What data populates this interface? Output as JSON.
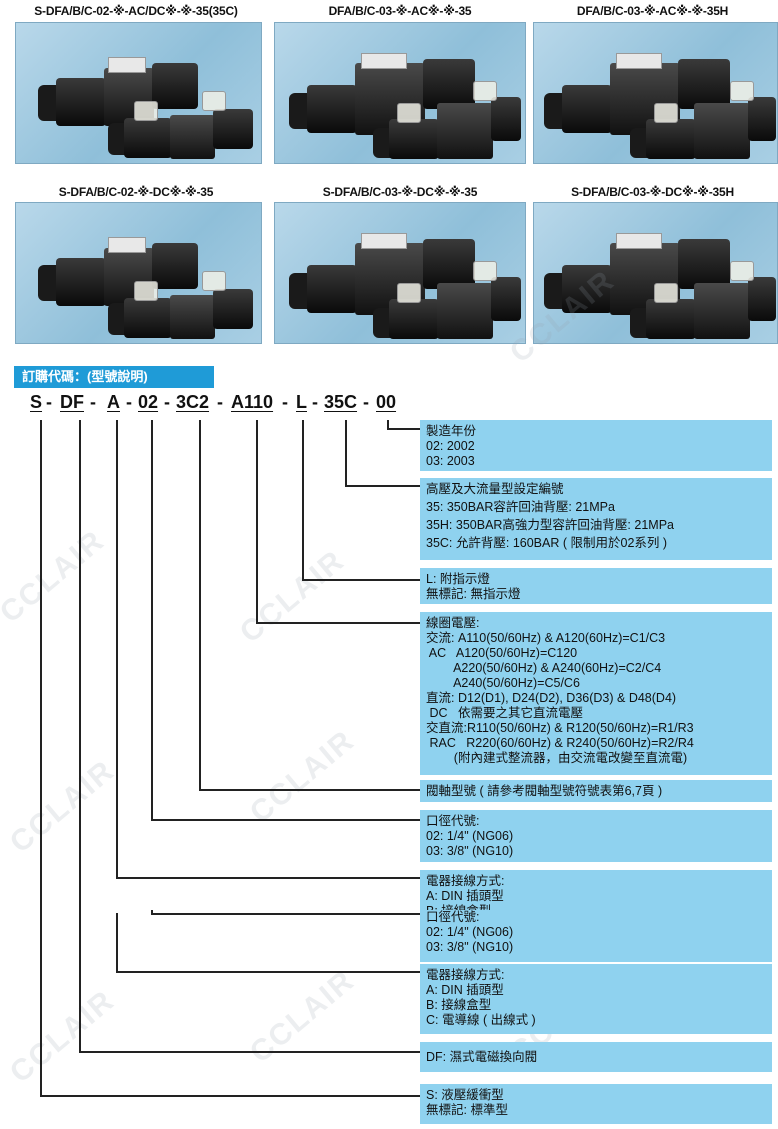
{
  "products": [
    {
      "caption": "S-DFA/B/C-02-※-AC/DC※-※-35(35C)"
    },
    {
      "caption": "DFA/B/C-03-※-AC※-※-35"
    },
    {
      "caption": "DFA/B/C-03-※-AC※-※-35H"
    },
    {
      "caption": "S-DFA/B/C-02-※-DC※-※-35"
    },
    {
      "caption": "S-DFA/B/C-03-※-DC※-※-35"
    },
    {
      "caption": "S-DFA/B/C-03-※-DC※-※-35H"
    }
  ],
  "watermark": "CCLAIR",
  "section_title": "訂購代碼：(型號說明)",
  "code": {
    "segments": [
      "S",
      "DF",
      "A",
      "02",
      "3C2",
      "A110",
      "L",
      "35C",
      "00"
    ],
    "separator": "-"
  },
  "descriptions": [
    {
      "lines": [
        "製造年份",
        "02: 2002",
        "03: 2003"
      ]
    },
    {
      "lines": [
        "高壓及大流量型設定編號",
        "35: 350BAR容許回油背壓: 21MPa",
        "35H: 350BAR高強力型容許回油背壓: 21MPa",
        "35C: 允許背壓: 160BAR ( 限制用於02系列 )"
      ]
    },
    {
      "lines": [
        "L: 附指示燈",
        "無標記: 無指示燈"
      ]
    },
    {
      "lines": [
        "線圈電壓:",
        "交流: A110(50/60Hz) & A120(60Hz)=C1/C3",
        " AC   A120(50/60Hz)=C120",
        "        A220(50/60Hz) & A240(60Hz)=C2/C4",
        "        A240(50/60Hz)=C5/C6",
        "直流: D12(D1), D24(D2), D36(D3) & D48(D4)",
        " DC   依需要之其它直流電壓",
        "交直流:R110(50/60Hz) & R120(50/60Hz)=R1/R3",
        " RAC   R220(60/60Hz) & R240(50/60Hz)=R2/R4",
        "        (附內建式整流器，由交流電改變至直流電)"
      ]
    },
    {
      "lines": [
        "閥軸型號 ( 請參考閥軸型號符號表第6,7頁 )"
      ]
    },
    {
      "lines": [
        "口徑代號:",
        "02: 1/4\" (NG06)",
        "03: 3/8\" (NG10)"
      ]
    },
    {
      "lines": [
        "電器接線方式:",
        "A: DIN 插頭型",
        "B: 接線盒型",
        "口徑代號:",
        "02: 1/4\" (NG06)",
        "03: 3/8\" (NG10)"
      ]
    },
    {
      "lines": [
        "電器接線方式:",
        "A: DIN 插頭型",
        "B: 接線盒型",
        "C: 電導線 ( 出線式 )"
      ]
    },
    {
      "lines": [
        "DF: 濕式電磁換向閥"
      ]
    },
    {
      "lines": [
        "S: 液壓緩衝型",
        "無標記: 標準型"
      ]
    }
  ]
}
